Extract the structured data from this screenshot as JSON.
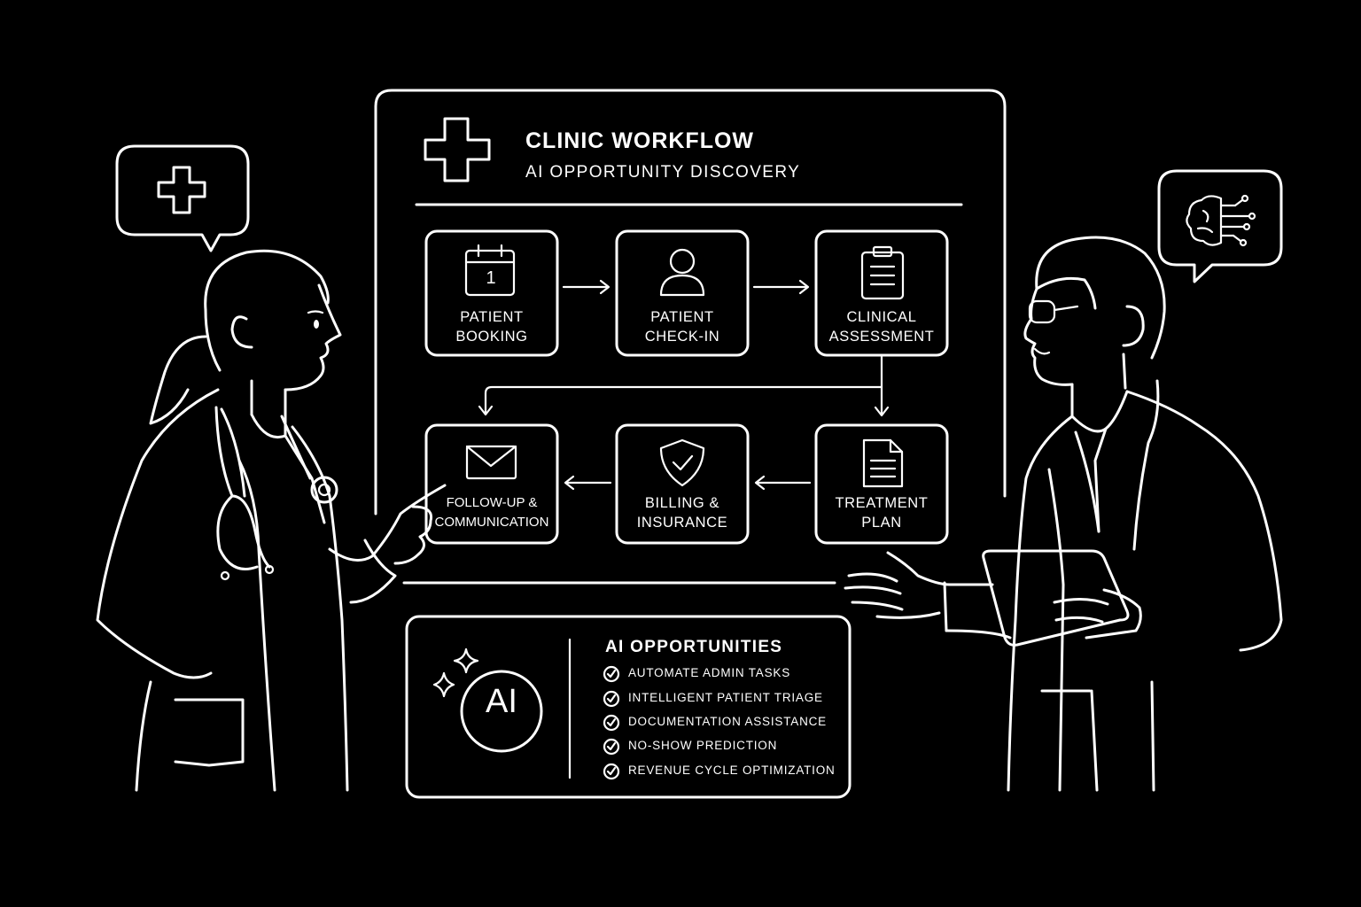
{
  "colors": {
    "background": "#000000",
    "line": "#ffffff"
  },
  "board": {
    "title": "CLINIC WORKFLOW",
    "subtitle": "AI OPPORTUNITY DISCOVERY",
    "header_icon": "medical-cross-icon"
  },
  "workflow": {
    "steps": [
      {
        "icon": "calendar-icon",
        "calendar_day": "1",
        "line1": "PATIENT",
        "line2": "BOOKING"
      },
      {
        "icon": "person-icon",
        "line1": "PATIENT",
        "line2": "CHECK-IN"
      },
      {
        "icon": "clipboard-icon",
        "line1": "CLINICAL",
        "line2": "ASSESSMENT"
      },
      {
        "icon": "document-icon",
        "line1": "TREATMENT",
        "line2": "PLAN"
      },
      {
        "icon": "shield-check-icon",
        "line1": "BILLING &",
        "line2": "INSURANCE"
      },
      {
        "icon": "envelope-icon",
        "line1": "FOLLOW-UP &",
        "line2": "COMMUNICATION"
      }
    ]
  },
  "ai_panel": {
    "badge": "AI",
    "title": "AI OPPORTUNITIES",
    "items": [
      "AUTOMATE ADMIN TASKS",
      "INTELLIGENT PATIENT TRIAGE",
      "DOCUMENTATION ASSISTANCE",
      "NO-SHOW PREDICTION",
      "REVENUE CYCLE OPTIMIZATION"
    ]
  },
  "speech_bubbles": {
    "left_icon": "medical-cross-icon",
    "right_icon": "ai-brain-circuit-icon"
  }
}
